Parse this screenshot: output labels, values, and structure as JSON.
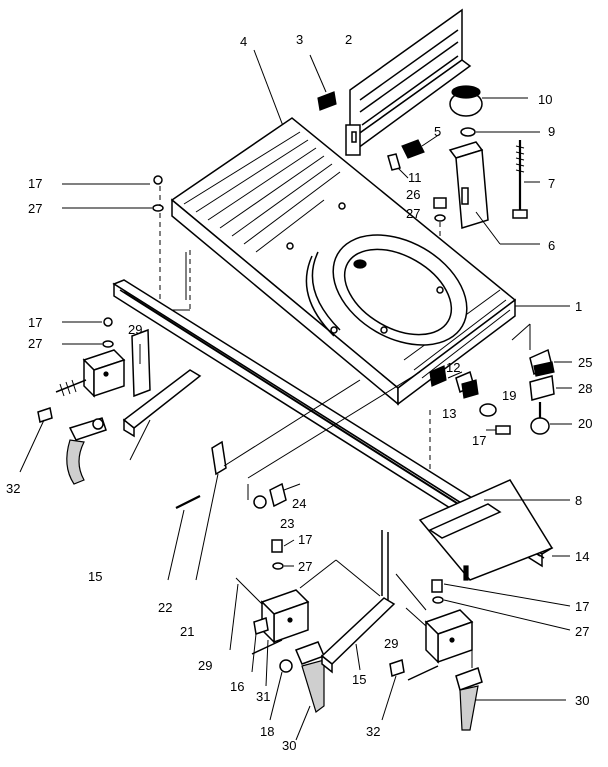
{
  "callouts": [
    {
      "id": "c2",
      "label": "2"
    },
    {
      "id": "c3",
      "label": "3"
    },
    {
      "id": "c4",
      "label": "4"
    },
    {
      "id": "c10",
      "label": "10"
    },
    {
      "id": "c5",
      "label": "5"
    },
    {
      "id": "c9",
      "label": "9"
    },
    {
      "id": "c11",
      "label": "11"
    },
    {
      "id": "c7",
      "label": "7"
    },
    {
      "id": "c17a",
      "label": "17"
    },
    {
      "id": "c26",
      "label": "26"
    },
    {
      "id": "c27a",
      "label": "27"
    },
    {
      "id": "c27b",
      "label": "27"
    },
    {
      "id": "c6",
      "label": "6"
    },
    {
      "id": "c1",
      "label": "1"
    },
    {
      "id": "c17b",
      "label": "17"
    },
    {
      "id": "c29a",
      "label": "29"
    },
    {
      "id": "c27c",
      "label": "27"
    },
    {
      "id": "c25",
      "label": "25"
    },
    {
      "id": "c12",
      "label": "12"
    },
    {
      "id": "c28",
      "label": "28"
    },
    {
      "id": "c13",
      "label": "13"
    },
    {
      "id": "c19",
      "label": "19"
    },
    {
      "id": "c20",
      "label": "20"
    },
    {
      "id": "c17c",
      "label": "17"
    },
    {
      "id": "c32a",
      "label": "32"
    },
    {
      "id": "c24",
      "label": "24"
    },
    {
      "id": "c8",
      "label": "8"
    },
    {
      "id": "c23",
      "label": "23"
    },
    {
      "id": "c17d",
      "label": "17"
    },
    {
      "id": "c15a",
      "label": "15"
    },
    {
      "id": "c27d",
      "label": "27"
    },
    {
      "id": "c14",
      "label": "14"
    },
    {
      "id": "c22",
      "label": "22"
    },
    {
      "id": "c21",
      "label": "21"
    },
    {
      "id": "c17e",
      "label": "17"
    },
    {
      "id": "c27e",
      "label": "27"
    },
    {
      "id": "c29b",
      "label": "29"
    },
    {
      "id": "c16",
      "label": "16"
    },
    {
      "id": "c15b",
      "label": "15"
    },
    {
      "id": "c29c",
      "label": "29"
    },
    {
      "id": "c31",
      "label": "31"
    },
    {
      "id": "c30a",
      "label": "30"
    },
    {
      "id": "c18",
      "label": "18"
    },
    {
      "id": "c30b",
      "label": "30"
    },
    {
      "id": "c32b",
      "label": "32"
    }
  ]
}
